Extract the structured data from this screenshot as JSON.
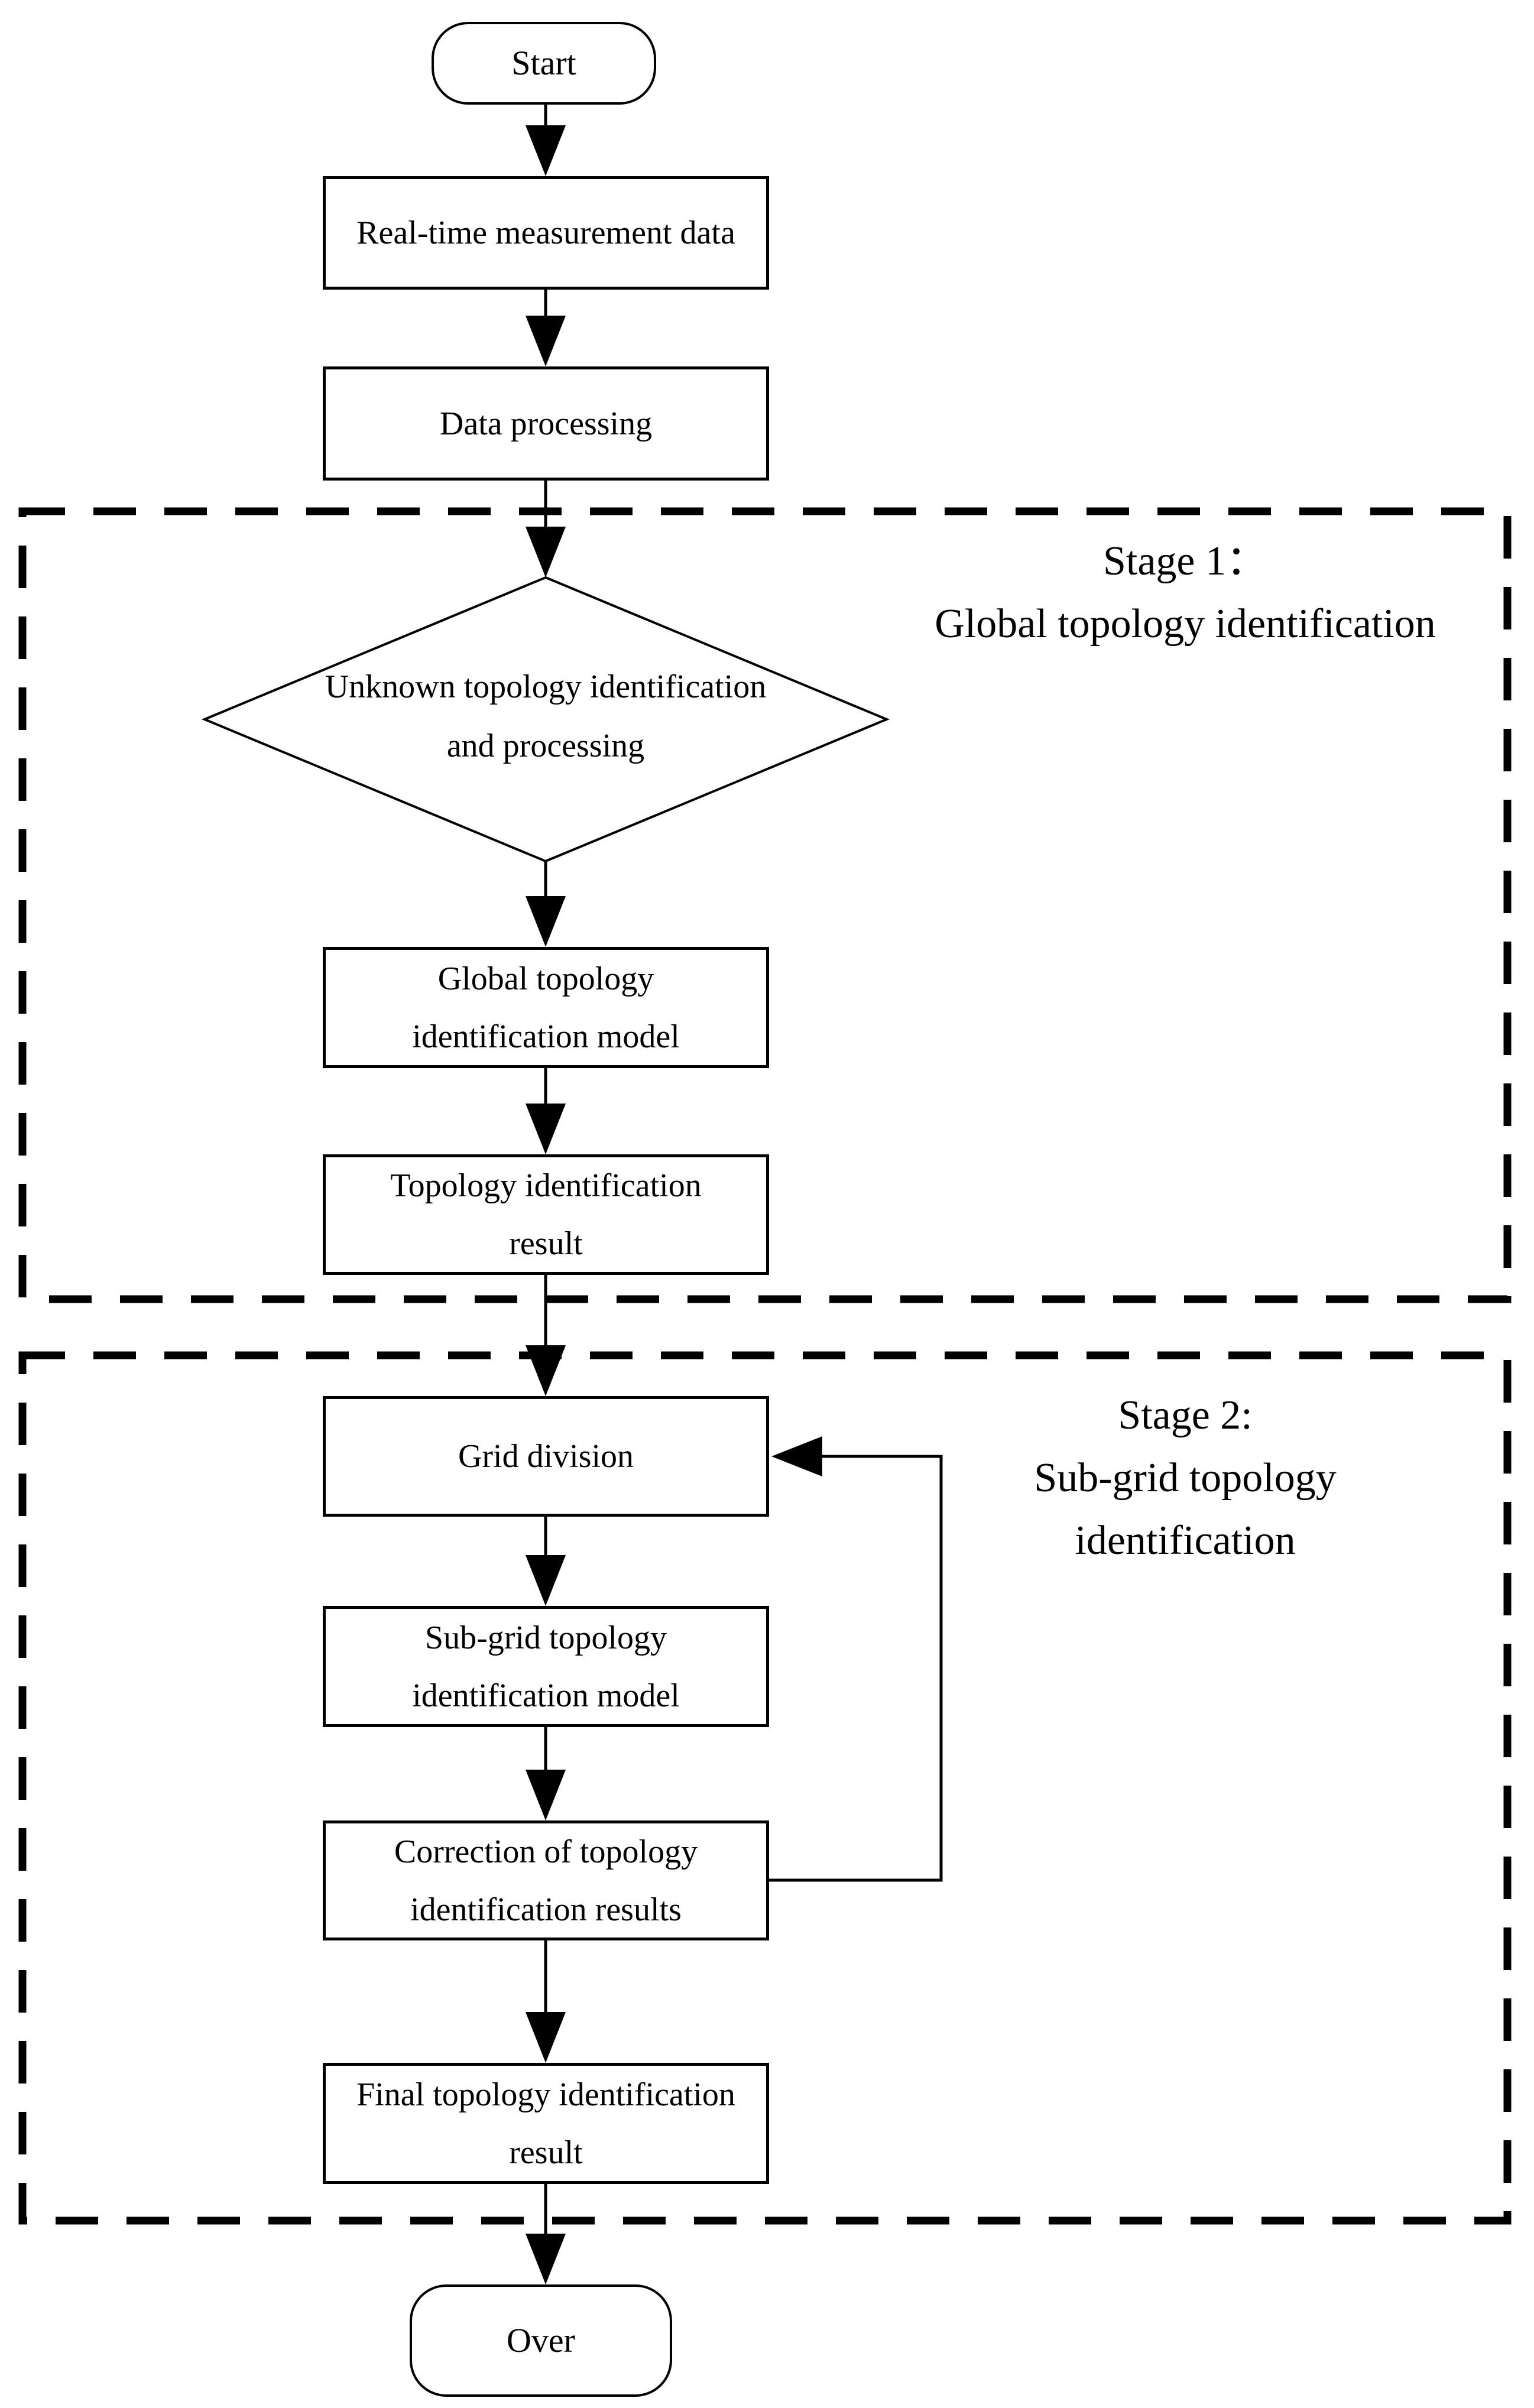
{
  "diagram": {
    "type": "flowchart",
    "background_color": "#ffffff",
    "stroke_color": "#000000",
    "nodes": {
      "start": {
        "type": "terminator",
        "label": "Start"
      },
      "realtime": {
        "type": "process",
        "label": "Real-time measurement data"
      },
      "data_processing": {
        "type": "process",
        "label": "Data processing"
      },
      "decision": {
        "type": "decision",
        "label": "Unknown topology identification\nand processing"
      },
      "global_model": {
        "type": "process",
        "label": "Global topology\nidentification model"
      },
      "topology_result": {
        "type": "process",
        "label": "Topology identification\nresult"
      },
      "grid_division": {
        "type": "process",
        "label": "Grid division"
      },
      "subgrid_model": {
        "type": "process",
        "label": "Sub-grid topology\nidentification model"
      },
      "correction": {
        "type": "process",
        "label": "Correction of topology\nidentification results"
      },
      "final_result": {
        "type": "process",
        "label": "Final topology identification\nresult"
      },
      "over": {
        "type": "terminator",
        "label": "Over"
      }
    },
    "stages": {
      "stage1": {
        "label": "Stage 1：\nGlobal topology identification"
      },
      "stage2": {
        "label": "Stage 2:\nSub-grid topology\nidentification"
      }
    },
    "flow_order": [
      "start",
      "realtime",
      "data_processing",
      "decision",
      "global_model",
      "topology_result",
      "grid_division",
      "subgrid_model",
      "correction",
      "final_result",
      "over"
    ],
    "feedback_edge": {
      "from": "correction",
      "to": "grid_division"
    }
  }
}
